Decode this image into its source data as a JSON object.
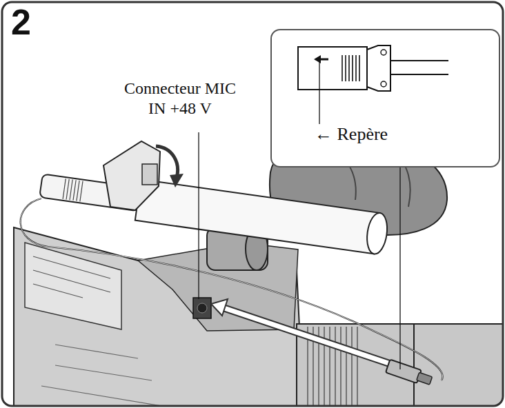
{
  "diagram": {
    "nodes": [
      {
        "text": [
          "← Repère"
        ]
      }
    ],
    "labels": [
      "2",
      "Connecteur MIC IN +48 V"
    ]
  }
}
